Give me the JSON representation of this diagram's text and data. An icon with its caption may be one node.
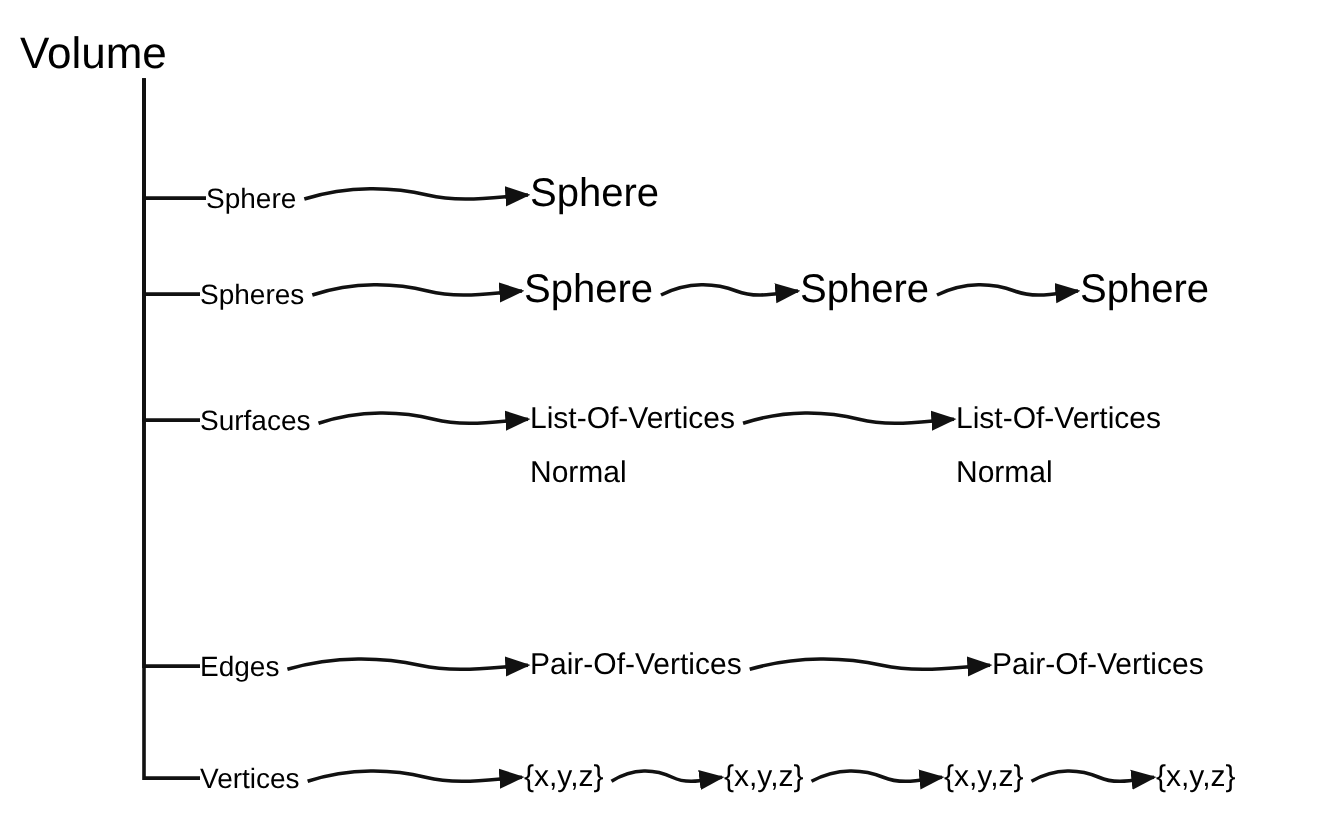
{
  "diagram": {
    "nodes": [
      {
        "text": [
          "Volume"
        ]
      },
      {
        "text": [
          "Sphere"
        ]
      },
      {
        "text": [
          "Sphere"
        ]
      },
      {
        "text": [
          "Spheres"
        ]
      },
      {
        "text": [
          "Sphere"
        ]
      },
      {
        "text": [
          "Sphere"
        ]
      },
      {
        "text": [
          "Sphere"
        ]
      },
      {
        "text": [
          "Surfaces"
        ]
      },
      {
        "text": [
          "List-Of-Vertices",
          "Normal"
        ]
      },
      {
        "text": [
          "List-Of-Vertices",
          "Normal"
        ]
      },
      {
        "text": [
          "Edges"
        ]
      },
      {
        "text": [
          "Pair-Of-Vertices"
        ]
      },
      {
        "text": [
          "Pair-Of-Vertices"
        ]
      },
      {
        "text": [
          "Vertices"
        ]
      },
      {
        "text": [
          "{x,y,z}"
        ]
      },
      {
        "text": [
          "{x,y,z}"
        ]
      },
      {
        "text": [
          "{x,y,z}"
        ]
      },
      {
        "text": [
          "{x,y,z}"
        ]
      }
    ],
    "edges": [
      {
        "from": 0,
        "to": 1,
        "arrow": "none"
      },
      {
        "from": 0,
        "to": 3,
        "arrow": "none"
      },
      {
        "from": 0,
        "to": 7,
        "arrow": "none"
      },
      {
        "from": 0,
        "to": 10,
        "arrow": "none"
      },
      {
        "from": 0,
        "to": 13,
        "arrow": "none"
      },
      {
        "from": 1,
        "to": 2,
        "arrow": "to"
      },
      {
        "from": 3,
        "to": 4,
        "arrow": "to"
      },
      {
        "from": 4,
        "to": 5,
        "arrow": "to"
      },
      {
        "from": 5,
        "to": 6,
        "arrow": "to"
      },
      {
        "from": 7,
        "to": 8,
        "arrow": "to"
      },
      {
        "from": 8,
        "to": 9,
        "arrow": "to"
      },
      {
        "from": 10,
        "to": 11,
        "arrow": "to"
      },
      {
        "from": 11,
        "to": 12,
        "arrow": "to"
      },
      {
        "from": 13,
        "to": 14,
        "arrow": "to"
      },
      {
        "from": 14,
        "to": 15,
        "arrow": "to"
      },
      {
        "from": 15,
        "to": 16,
        "arrow": "to"
      },
      {
        "from": 16,
        "to": 17,
        "arrow": "to"
      }
    ]
  }
}
